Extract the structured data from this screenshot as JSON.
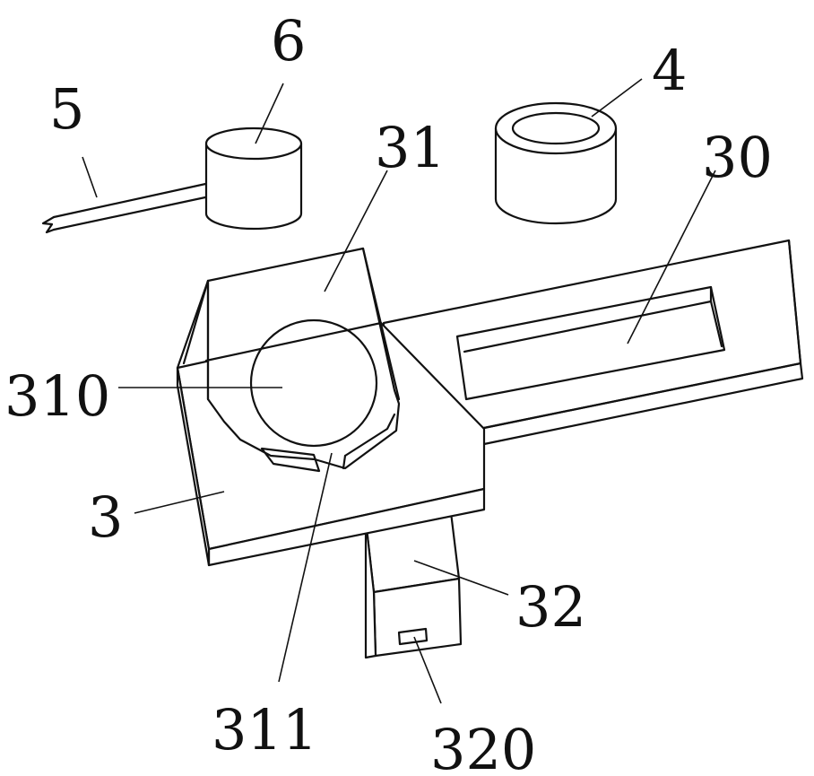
{
  "labels": {
    "l5": "5",
    "l6": "6",
    "l4": "4",
    "l31": "31",
    "l30": "30",
    "l310": "310",
    "l3": "3",
    "l32": "32",
    "l311": "311",
    "l320": "320"
  }
}
